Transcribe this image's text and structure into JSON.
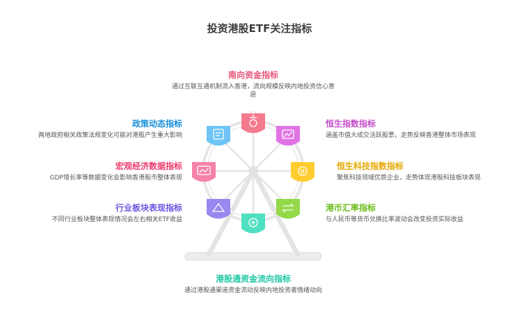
{
  "title": "投资港股ETF关注指标",
  "indicators": {
    "south": {
      "title": "南向资金指标",
      "desc": "通过互联互通机制流入香港，流向规模反映内地投资信心意愿",
      "color": "#e8577a",
      "icon": "money-flow-icon"
    },
    "hsi": {
      "title": "恒生指数指标",
      "desc": "涵盖市值大成交活跃股票，走势反映香港整体市场表现",
      "color": "#c24fc7",
      "icon": "index-chart-icon"
    },
    "hstech": {
      "title": "恒生科技指数指标",
      "desc": "聚焦科技领域优质企业，走势体现港股科技板块表现",
      "color": "#e5a800",
      "icon": "tech-chip-icon"
    },
    "fx": {
      "title": "港币汇率指标",
      "desc": "与人民币等货币兑换比率波动会改变投资实际收益",
      "color": "#6cbb19",
      "icon": "currency-exchange-icon"
    },
    "connect": {
      "title": "港股通资金流向指标",
      "desc": "通过港股通渠道资金流动反映内地投资者情绪动向",
      "color": "#1fc7a4",
      "icon": "capital-flow-icon"
    },
    "sector": {
      "title": "行业板块表现指标",
      "desc": "不同行业板块整体表现情况会左右相关ETF收益",
      "color": "#6c56e0",
      "icon": "sector-icon"
    },
    "macro": {
      "title": "宏观经济数据指标",
      "desc": "GDP增长率等数据变化会影响香港股市整体表现",
      "color": "#ea3d6c",
      "icon": "macro-data-icon"
    },
    "policy": {
      "title": "政策动态指标",
      "desc": "两地政府相关政策法规变化可能对港股产生重大影响",
      "color": "#1a90d9",
      "icon": "policy-icon"
    }
  }
}
